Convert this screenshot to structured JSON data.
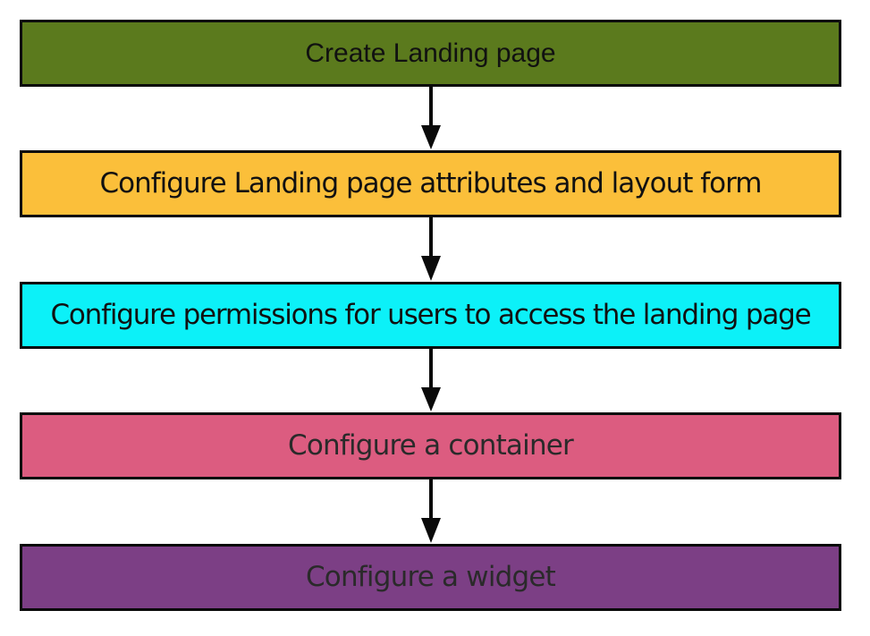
{
  "steps": [
    {
      "label": "Create Landing page",
      "color": "#5b7a1d"
    },
    {
      "label": "Configure Landing page attributes and layout form",
      "color": "#fbbf3a"
    },
    {
      "label": "Configure permissions for users to access the landing page",
      "color": "#0cf1f8"
    },
    {
      "label": "Configure a container",
      "color": "#dc5c80"
    },
    {
      "label": "Configure a widget",
      "color": "#7c3f85"
    }
  ],
  "arrow_color": "#0a0a0a"
}
